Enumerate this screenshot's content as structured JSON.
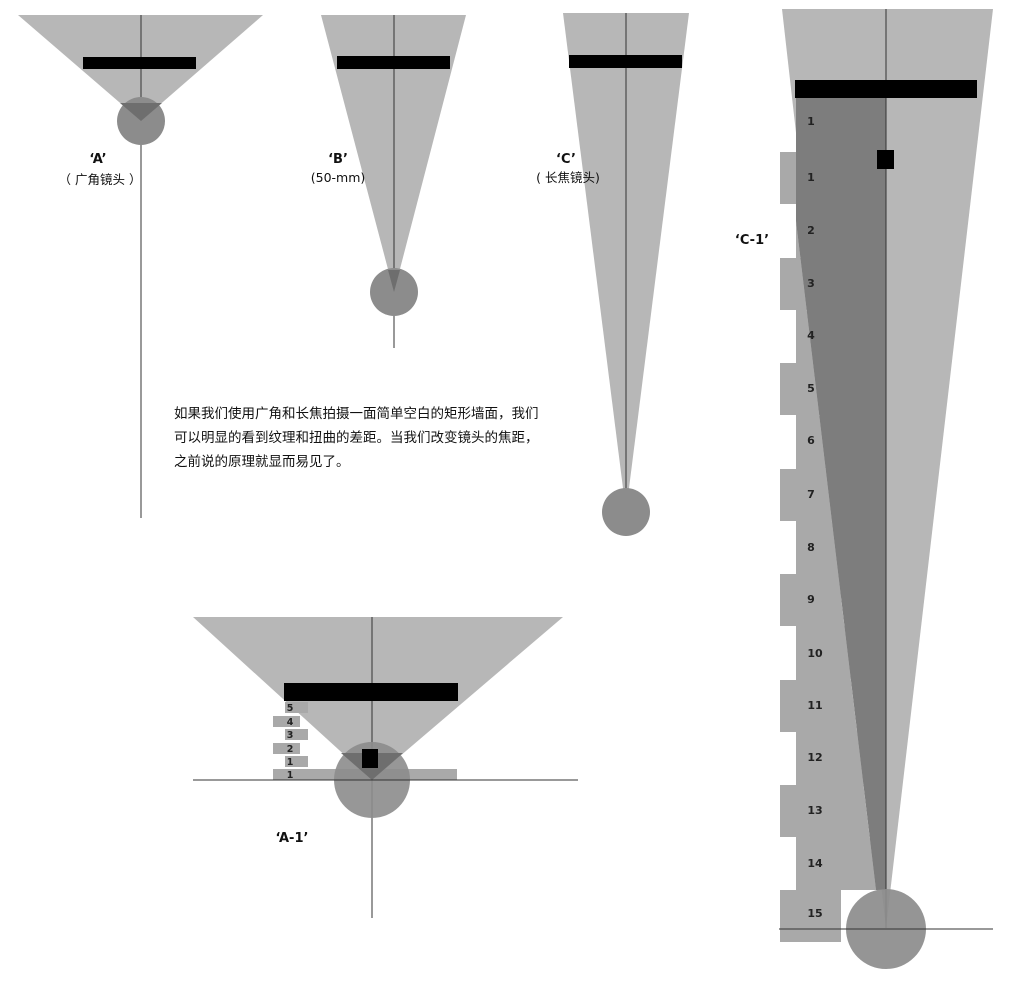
{
  "colors": {
    "cone": "#b7b7b7",
    "wall_tile": "#a9a9a9",
    "wall_tile_dark": "#7d7d7d",
    "subject_bar": "#000000",
    "lens_circle": "#8c8c8c",
    "axis": "#333333"
  },
  "diagrams": {
    "A": {
      "label": "‘A’",
      "sub": "（ 广角镜头 ）"
    },
    "B": {
      "label": "‘B’",
      "sub": "(50-mm)"
    },
    "C": {
      "label": "‘C’",
      "sub": "( 长焦镜头)"
    },
    "A1": {
      "label": "‘A-1’",
      "tiles": [
        "5",
        "4",
        "3",
        "2",
        "1",
        "1"
      ]
    },
    "C1": {
      "label": "‘C-1’",
      "tiles": [
        "1",
        "1",
        "2",
        "3",
        "4",
        "5",
        "6",
        "7",
        "8",
        "9",
        "10",
        "11",
        "12",
        "13",
        "14",
        "15"
      ]
    }
  },
  "caption": {
    "lines": [
      "如果我们使用广角和长焦拍摄一面简单空白的矩形墙面，我们",
      "可以明显的看到纹理和扭曲的差距。当我们改变镜头的焦距，",
      "之前说的原理就显而易见了。"
    ]
  }
}
